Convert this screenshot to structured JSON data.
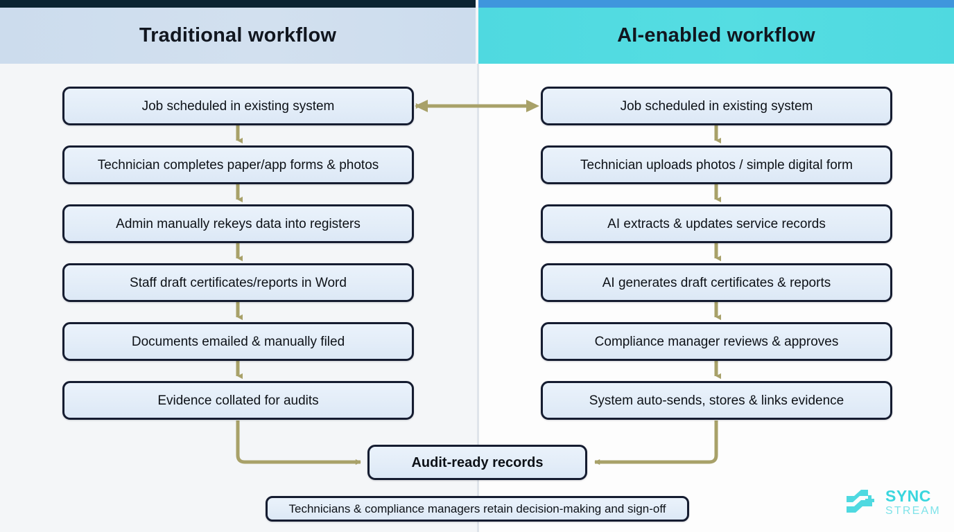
{
  "theme": {
    "accent_left": "#0b2432",
    "accent_right": "#3f96dd",
    "header_left_bg": "#d2e0ef",
    "header_right_bg": "#4fd9e0",
    "node_border": "#151c30",
    "node_fill": "#e4eef9",
    "connector": "#a8a169",
    "brand_primary": "#3ad6de",
    "brand_secondary": "#7fe3e9",
    "panel_left_bg": "#f4f6f8",
    "panel_right_bg": "#fdfdfd"
  },
  "columns": {
    "left": {
      "title": "Traditional workflow",
      "steps": [
        {
          "label": "Job scheduled in existing system"
        },
        {
          "label": "Technician completes paper/app forms & photos"
        },
        {
          "label": "Admin manually rekeys data into registers"
        },
        {
          "label": "Staff draft certificates/reports in Word"
        },
        {
          "label": "Documents emailed & manually filed"
        },
        {
          "label": "Evidence collated for audits"
        }
      ]
    },
    "right": {
      "title": "AI-enabled workflow",
      "steps": [
        {
          "label": "Job scheduled in existing system"
        },
        {
          "label": "Technician uploads photos / simple digital form"
        },
        {
          "label": "AI extracts & updates service records"
        },
        {
          "label": "AI generates draft certificates & reports"
        },
        {
          "label": "Compliance manager reviews & approves"
        },
        {
          "label": "System auto-sends, stores & links evidence"
        }
      ]
    }
  },
  "outcome": {
    "label": "Audit-ready records"
  },
  "footnote": {
    "label": "Technicians & compliance managers retain decision-making and sign-off"
  },
  "brand": {
    "line1": "SYNC",
    "line2": "STREAM",
    "icon": "sync-stream-logo-icon"
  },
  "connectors": {
    "bidirectional_link": "double-headed-arrow-between-top-steps",
    "left_to_outcome": "elbow-arrow-left-column-to-outcome",
    "right_to_outcome": "elbow-arrow-right-column-to-outcome"
  }
}
